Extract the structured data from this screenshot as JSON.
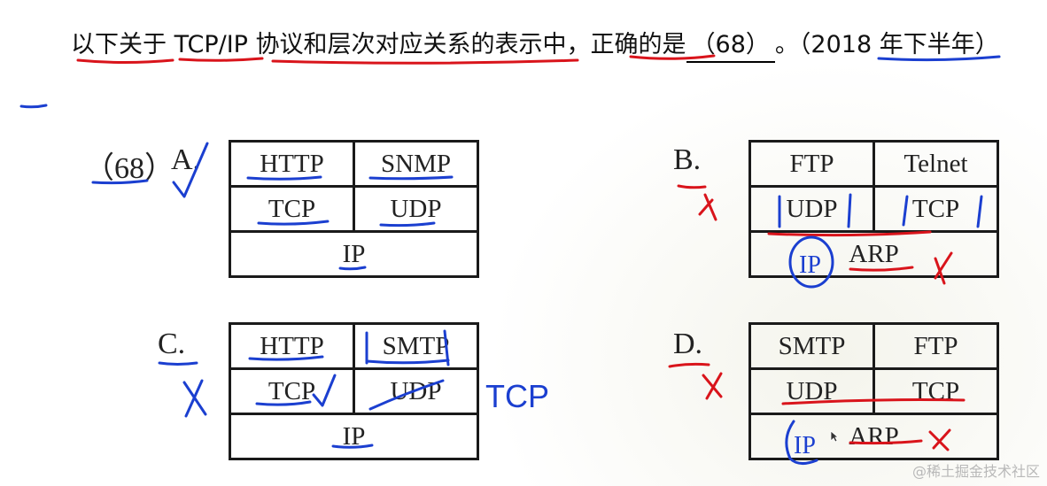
{
  "question": {
    "text_before": "以下关于 TCP/IP 协议和层次对应关系的表示中，正确的是",
    "blank": "（68）",
    "text_after": "。（2018 年下半年）"
  },
  "question_number": "（68）",
  "options": [
    {
      "label": "A.",
      "rows": [
        [
          "HTTP",
          "SNMP"
        ],
        [
          "TCP",
          "UDP"
        ],
        [
          "IP"
        ]
      ]
    },
    {
      "label": "B.",
      "rows": [
        [
          "FTP",
          "Telnet"
        ],
        [
          "UDP",
          "TCP"
        ],
        [
          "ARP"
        ]
      ]
    },
    {
      "label": "C.",
      "rows": [
        [
          "HTTP",
          "SMTP"
        ],
        [
          "TCP",
          "UDP"
        ],
        [
          "IP"
        ]
      ]
    },
    {
      "label": "D.",
      "rows": [
        [
          "SMTP",
          "FTP"
        ],
        [
          "UDP",
          "TCP"
        ],
        [
          "ARP"
        ]
      ]
    }
  ],
  "handwritten_notes": {
    "c_side_note": "TCP",
    "b_circled": "IP",
    "d_circled": "IP"
  },
  "annotation_colors": {
    "red": "#d9141b",
    "blue": "#1b3fd0"
  },
  "watermark": "@稀土掘金技术社区"
}
